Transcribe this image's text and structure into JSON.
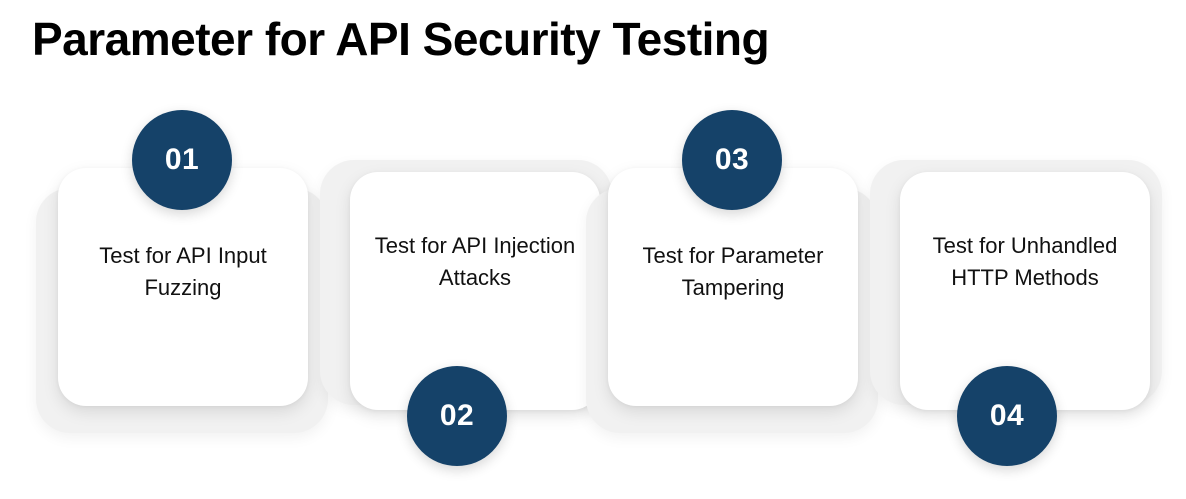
{
  "header": {
    "title": "Parameter for API Security Testing"
  },
  "theme": {
    "badge_color": "#154269",
    "badge_text_color": "#FFFFFF",
    "card_color": "#FFFFFF",
    "card_back_color": "#F1F1F1",
    "page_background": "#FFFFFF",
    "title_color": "#000000",
    "label_color": "#111111"
  },
  "steps": [
    {
      "number": "01",
      "label": "Test for API Input Fuzzing",
      "badge_position": "top"
    },
    {
      "number": "02",
      "label": "Test for API Injection Attacks",
      "badge_position": "bottom"
    },
    {
      "number": "03",
      "label": "Test for Parameter Tampering",
      "badge_position": "top"
    },
    {
      "number": "04",
      "label": "Test for Unhandled HTTP Methods",
      "badge_position": "bottom"
    }
  ]
}
